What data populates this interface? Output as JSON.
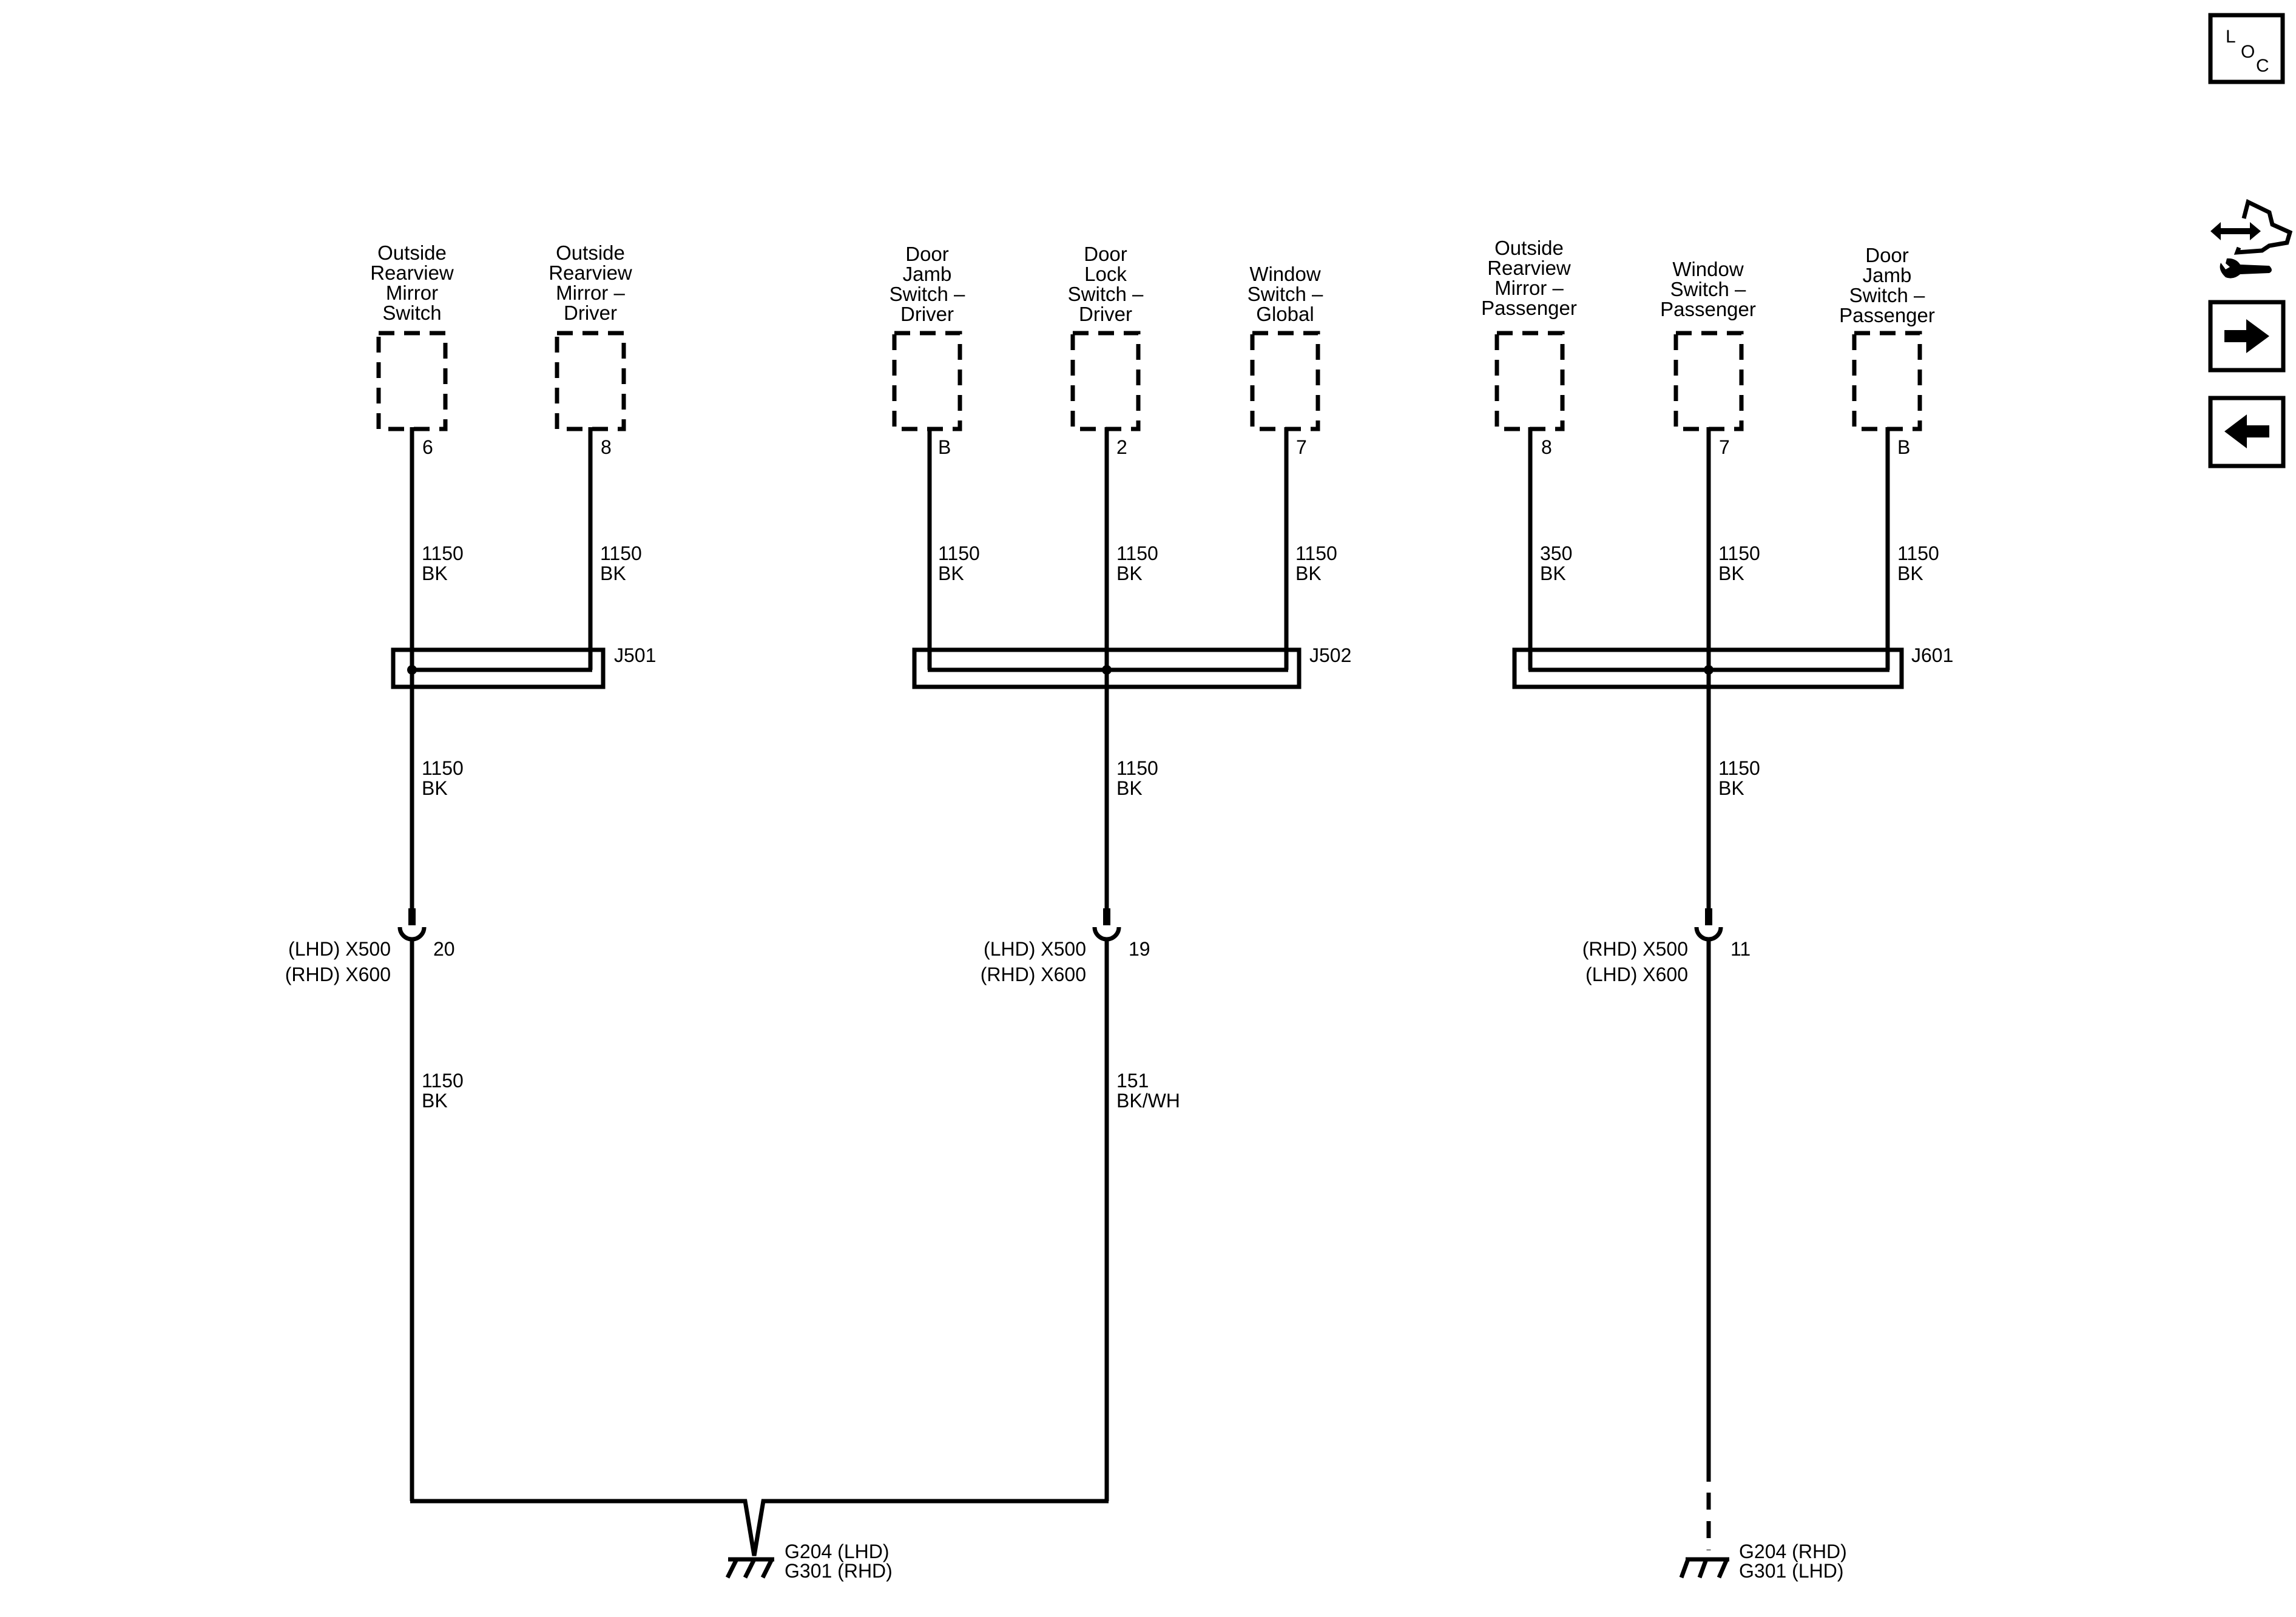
{
  "nav": {
    "loc": {
      "label_l": "L",
      "label_o": "O",
      "label_c": "C"
    },
    "icons": [
      "loc-icon",
      "component-views-icon",
      "next-page-icon",
      "previous-page-icon"
    ]
  },
  "groups": [
    {
      "id": "left",
      "components": [
        {
          "name_lines": [
            "Outside",
            "Rearview",
            "Mirror",
            "Switch"
          ],
          "pin": "6",
          "wire_circuit": "1150",
          "wire_color": "BK"
        },
        {
          "name_lines": [
            "Outside",
            "Rearview",
            "Mirror –",
            "Driver"
          ],
          "pin": "8",
          "wire_circuit": "1150",
          "wire_color": "BK"
        }
      ],
      "splice": "J501",
      "splice_out": {
        "circuit": "1150",
        "color": "BK"
      },
      "connector": {
        "line1": "(LHD) X500",
        "line2": "(RHD) X600",
        "pin": "20"
      },
      "to_ground": {
        "circuit": "1150",
        "color": "BK"
      }
    },
    {
      "id": "middle",
      "components": [
        {
          "name_lines": [
            "Door",
            "Jamb",
            "Switch –",
            "Driver"
          ],
          "pin": "B",
          "wire_circuit": "1150",
          "wire_color": "BK"
        },
        {
          "name_lines": [
            "Door",
            "Lock",
            "Switch –",
            "Driver"
          ],
          "pin": "2",
          "wire_circuit": "1150",
          "wire_color": "BK"
        },
        {
          "name_lines": [
            "Window",
            "Switch –",
            "Global"
          ],
          "pin": "7",
          "wire_circuit": "1150",
          "wire_color": "BK"
        }
      ],
      "splice": "J502",
      "splice_out": {
        "circuit": "1150",
        "color": "BK"
      },
      "connector": {
        "line1": "(LHD) X500",
        "line2": "(RHD) X600",
        "pin": "19"
      },
      "to_ground": {
        "circuit": "151",
        "color": "BK/WH"
      }
    },
    {
      "id": "right",
      "components": [
        {
          "name_lines": [
            "Outside",
            "Rearview",
            "Mirror –",
            "Passenger"
          ],
          "pin": "8",
          "wire_circuit": "350",
          "wire_color": "BK"
        },
        {
          "name_lines": [
            "Window",
            "Switch –",
            "Passenger"
          ],
          "pin": "7",
          "wire_circuit": "1150",
          "wire_color": "BK"
        },
        {
          "name_lines": [
            "Door",
            "Jamb",
            "Switch –",
            "Passenger"
          ],
          "pin": "B",
          "wire_circuit": "1150",
          "wire_color": "BK"
        }
      ],
      "splice": "J601",
      "splice_out": {
        "circuit": "1150",
        "color": "BK"
      },
      "connector": {
        "line1": "(RHD) X500",
        "line2": "(LHD) X600",
        "pin": "11"
      }
    }
  ],
  "grounds": [
    {
      "line1": "G204 (LHD)",
      "line2": "G301 (RHD)"
    },
    {
      "line1": "G204 (RHD)",
      "line2": "G301 (LHD)"
    }
  ]
}
